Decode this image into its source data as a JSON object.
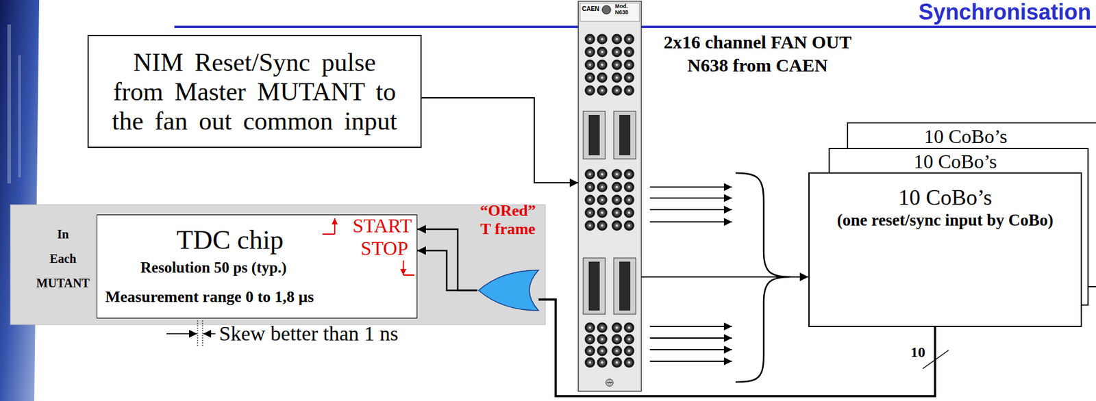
{
  "diagram": {
    "title": "Synchronisation",
    "nodes": [
      {
        "text": [
          "NIM Reset/Sync pulse from Master MUTANT to the fan out common input"
        ]
      },
      {
        "text": [
          "2x16 channel FAN OUT N638 from CAEN"
        ]
      },
      {
        "text": [
          "10 CoBo’s"
        ]
      },
      {
        "text": [
          "10 CoBo’s"
        ]
      },
      {
        "text": [
          "10 CoBo’s",
          "(one reset/sync input by CoBo)"
        ]
      },
      {
        "text": [
          "In Each MUTANT"
        ]
      },
      {
        "text": [
          "TDC chip",
          "Resolution 50 ps (typ.)",
          "Measurement range 0 to 1,8 µs",
          "START",
          "STOP"
        ],
        "in": 5
      },
      {
        "text": [
          "“ORed” T frame"
        ],
        "in": 5
      }
    ],
    "edges": [
      {
        "from": 0,
        "to": 1,
        "arrow": "to"
      },
      {
        "from": 1,
        "to": 4,
        "arrow": "to"
      },
      {
        "from": 4,
        "to": 7,
        "arrow": "none",
        "label": "10"
      },
      {
        "from": 7,
        "to": 6,
        "arrow": "to"
      },
      {
        "from": 7,
        "to": 6,
        "arrow": "to"
      }
    ],
    "labels": [
      "Skew better than 1 ns",
      "CAEN",
      "Mod. N638"
    ]
  }
}
